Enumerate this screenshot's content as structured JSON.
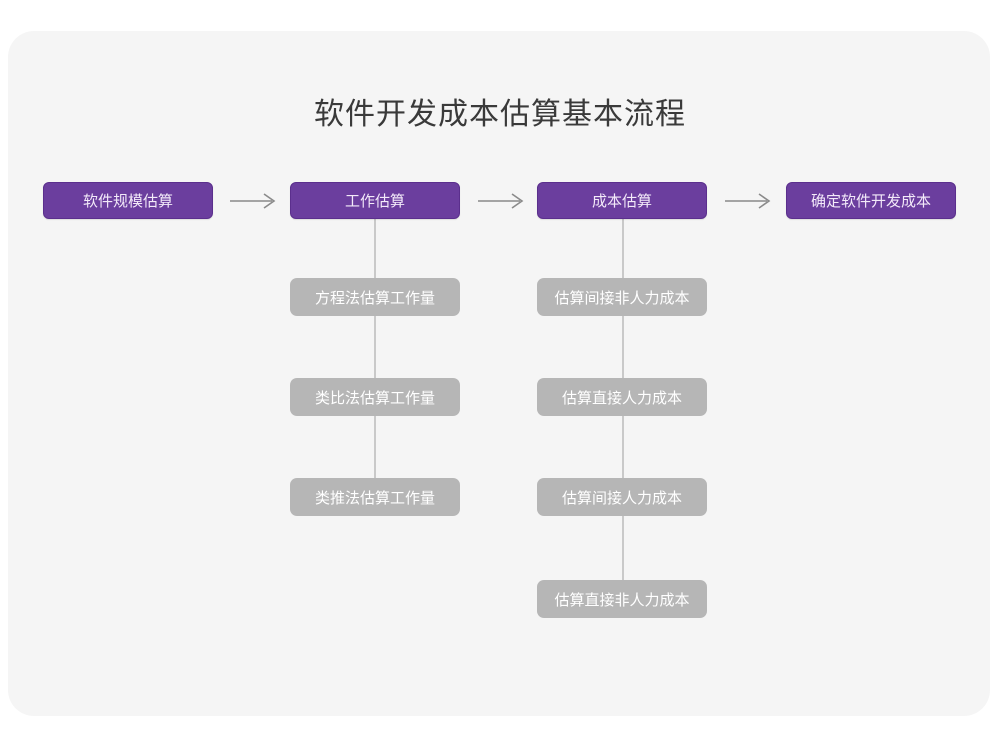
{
  "title": "软件开发成本估算基本流程",
  "colors": {
    "canvas": "#ffffff",
    "card": "#f5f5f5",
    "primary": "#6b3e9e",
    "primary_border": "#5b2f8d",
    "primary_text": "#f3eaf9",
    "secondary": "#b6b6b6",
    "secondary_text": "#ffffff",
    "connector": "#c9c9c9",
    "arrow": "#8a8a8a",
    "title_text": "#3a3a3a"
  },
  "flow": {
    "main_steps": [
      {
        "label": "软件规模估算"
      },
      {
        "label": "工作估算"
      },
      {
        "label": "成本估算"
      },
      {
        "label": "确定软件开发成本"
      }
    ],
    "arrows": [
      {
        "name": "arrow-1",
        "glyph": "→"
      },
      {
        "name": "arrow-2",
        "glyph": "→"
      },
      {
        "name": "arrow-3",
        "glyph": "→"
      }
    ],
    "effort_substeps": [
      {
        "label": "方程法估算工作量"
      },
      {
        "label": "类比法估算工作量"
      },
      {
        "label": "类推法估算工作量"
      }
    ],
    "cost_substeps": [
      {
        "label": "估算间接非人力成本"
      },
      {
        "label": "估算直接人力成本"
      },
      {
        "label": "估算间接人力成本"
      },
      {
        "label": "估算直接非人力成本"
      }
    ]
  }
}
